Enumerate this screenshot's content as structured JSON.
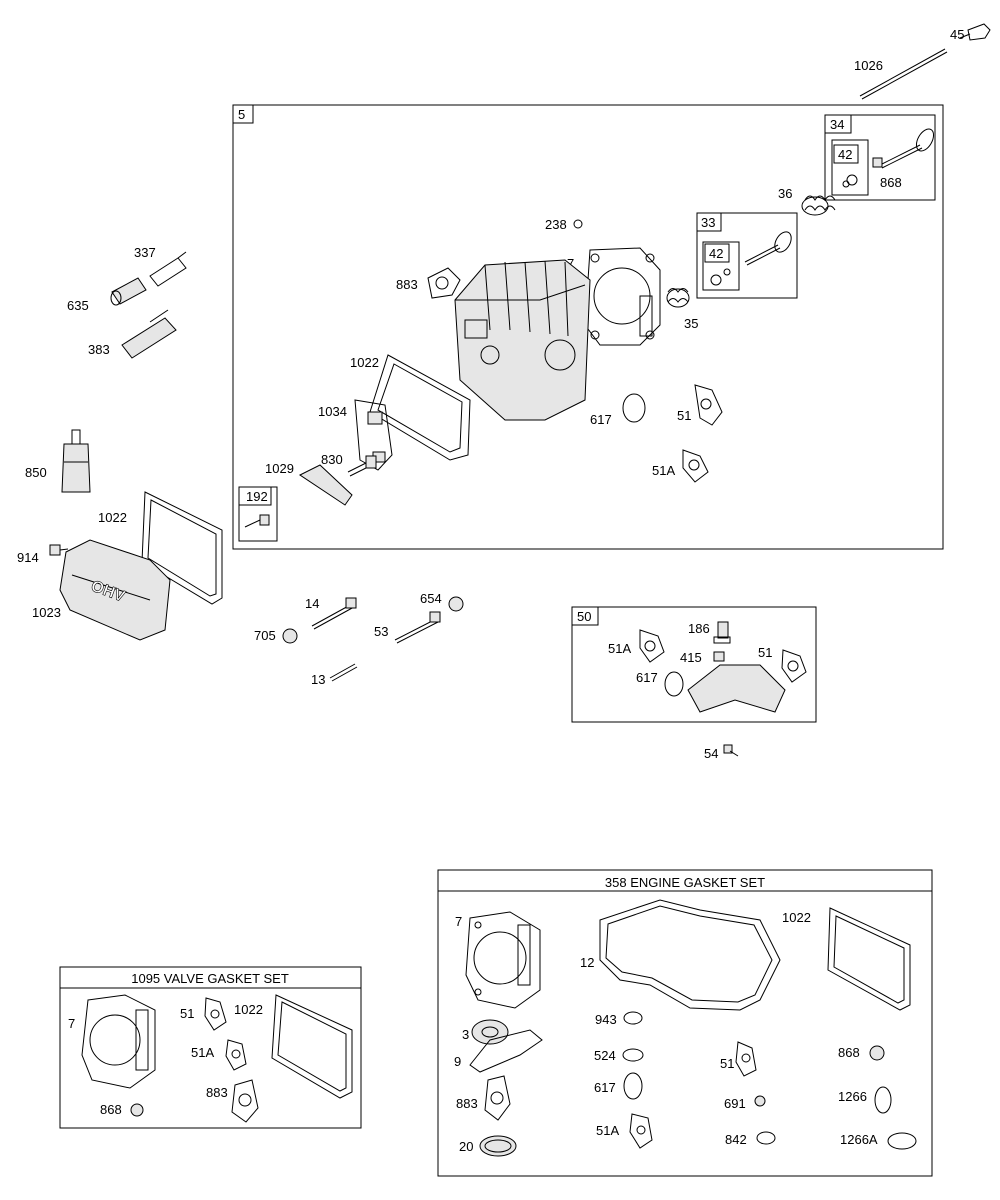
{
  "labels": {
    "p45": "45",
    "p1026": "1026",
    "p5": "5",
    "p34": "34",
    "p42a": "42",
    "p868a": "868",
    "p36": "36",
    "p238": "238",
    "p33": "33",
    "p42b": "42",
    "p7a": "7",
    "p883a": "883",
    "p35": "35",
    "p337": "337",
    "p635": "635",
    "p383": "383",
    "p1022a": "1022",
    "p1034": "1034",
    "p617a": "617",
    "p51a": "51",
    "p850": "850",
    "p830": "830",
    "p1029": "1029",
    "p51Aa": "51A",
    "p192": "192",
    "p1022b": "1022",
    "p914": "914",
    "p1023": "1023",
    "p14": "14",
    "p654": "654",
    "p705": "705",
    "p53": "53",
    "p13": "13",
    "p50": "50",
    "p186": "186",
    "p51Ab": "51A",
    "p415": "415",
    "p51b": "51",
    "p617b": "617",
    "p54": "54"
  },
  "kits": {
    "engine_gasket_set": {
      "title": "358 ENGINE GASKET SET",
      "items": [
        "7",
        "1022",
        "12",
        "3",
        "943",
        "9",
        "524",
        "51",
        "868",
        "617",
        "691",
        "1266",
        "883",
        "51A",
        "20",
        "842",
        "1266A"
      ]
    },
    "valve_gasket_set": {
      "title": "1095 VALVE GASKET SET",
      "items": [
        "7",
        "51",
        "1022",
        "51A",
        "883",
        "868"
      ]
    }
  },
  "brand_mark": "OHV"
}
